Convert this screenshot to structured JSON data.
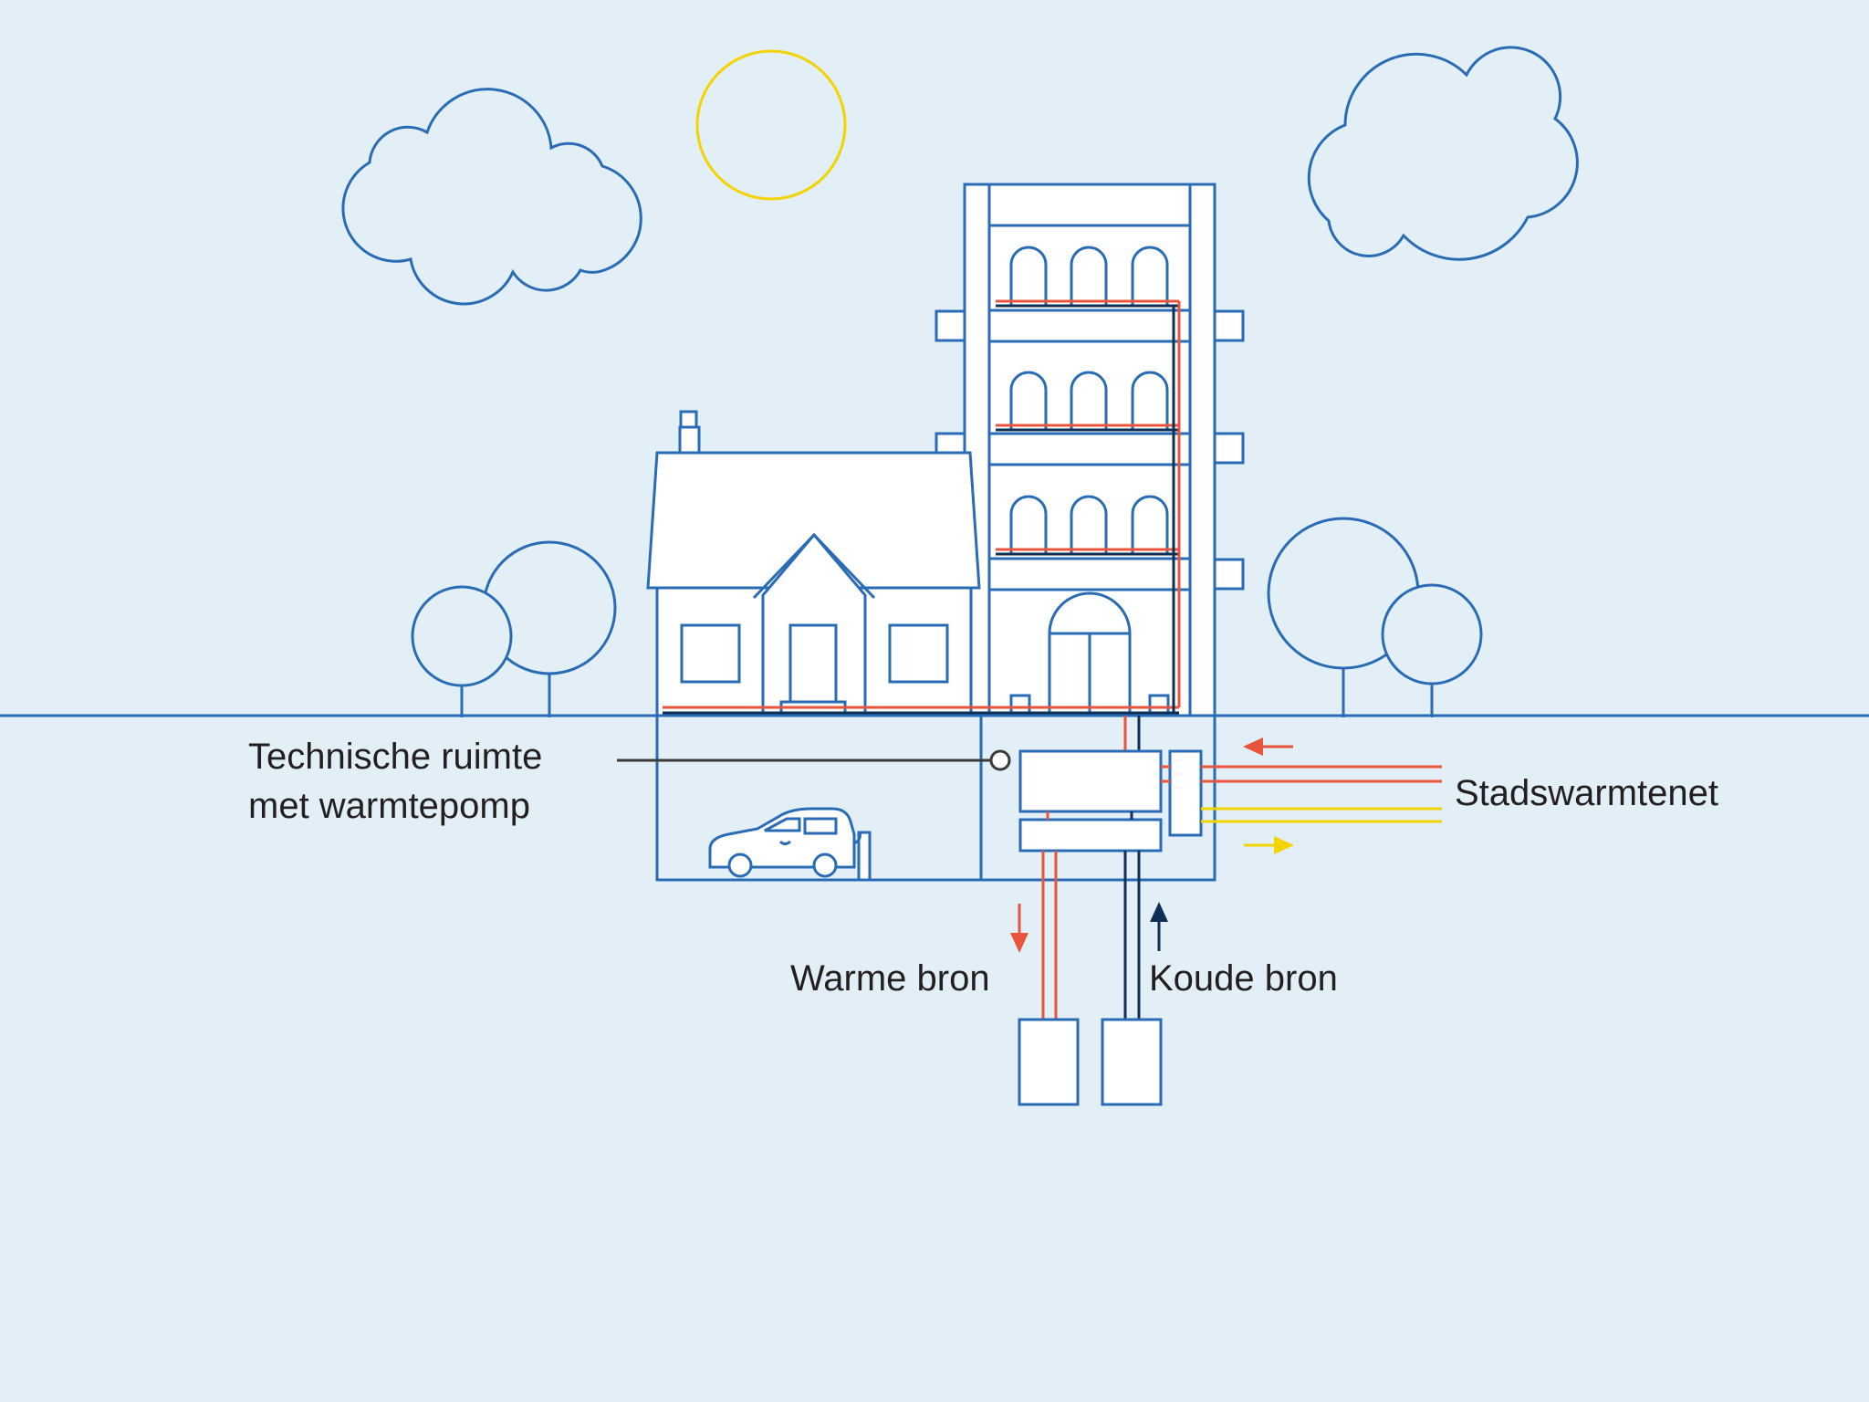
{
  "labels": {
    "technische_ruimte_line1": "Technische ruimte",
    "technische_ruimte_line2": "met warmtepomp",
    "stadswarmtenet": "Stadswarmtenet",
    "warme_bron": "Warme bron",
    "koude_bron": "Koude bron"
  },
  "colors": {
    "background": "#e2eff7",
    "outline": "#2a6bb5",
    "fill": "#ffffff",
    "hot_pipe": "#e8553c",
    "cold_pipe": "#0e2f55",
    "city_heat_return": "#f3d300",
    "sun": "#f3d300",
    "label_text": "#231f20",
    "leader_line": "#3a3a3a"
  }
}
